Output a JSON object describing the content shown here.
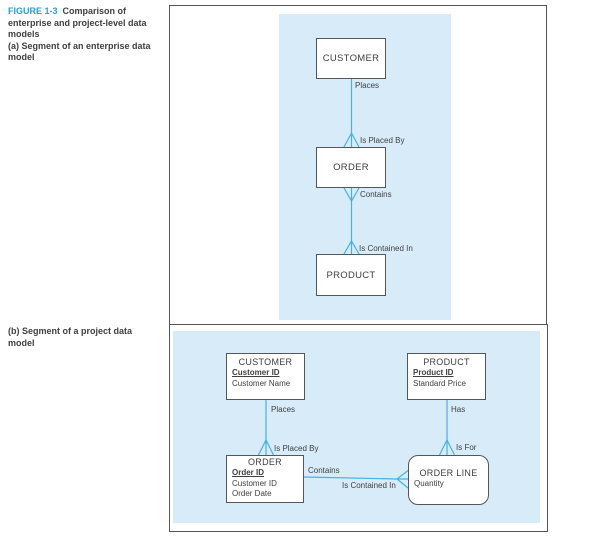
{
  "caption": {
    "figure_label": "FIGURE 1-3",
    "title": "Comparison of enterprise and project-level data models",
    "sub_a": "(a) Segment of an enterprise data model",
    "sub_b": "(b) Segment of a project data model"
  },
  "panel_a": {
    "entities": {
      "customer": "CUSTOMER",
      "order": "ORDER",
      "product": "PRODUCT"
    },
    "labels": {
      "places": "Places",
      "is_placed_by": "Is Placed By",
      "contains": "Contains",
      "is_contained_in": "Is Contained In"
    }
  },
  "panel_b": {
    "entities": {
      "customer": {
        "name": "CUSTOMER",
        "key": "Customer ID",
        "attrs": [
          "Customer Name"
        ]
      },
      "product": {
        "name": "PRODUCT",
        "key": "Product ID",
        "attrs": [
          "Standard Price"
        ]
      },
      "order": {
        "name": "ORDER",
        "key": "Order ID",
        "attrs": [
          "Customer ID",
          "Order Date"
        ]
      },
      "order_line": {
        "name": "ORDER LINE",
        "attrs": [
          "Quantity"
        ]
      }
    },
    "labels": {
      "places": "Places",
      "has": "Has",
      "is_placed_by": "Is Placed By",
      "is_for": "Is For",
      "contains": "Contains",
      "is_contained_in": "Is Contained In"
    }
  },
  "colors": {
    "figure_label": "#2e9bd6",
    "panel_bg": "#d7ecf8",
    "relationship_line": "#45b2e4",
    "box_border": "#55565a",
    "text": "#414042"
  }
}
